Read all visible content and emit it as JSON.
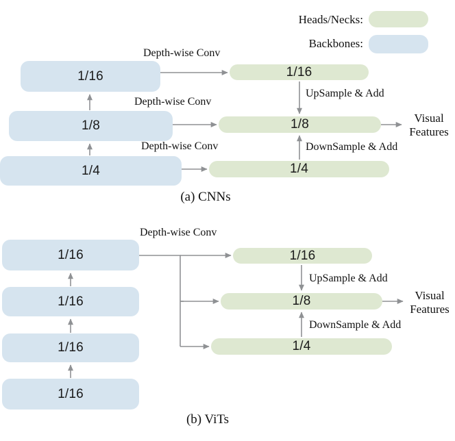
{
  "figure": {
    "title": "Backbone and Head/Neck feature pyramid comparison",
    "colors": {
      "backbone_blue": "#d6e4ef",
      "head_neck_green": "#dee8d1",
      "arrow_gray": "#8f9194",
      "text_black": "#111111"
    }
  },
  "legend": {
    "items": [
      {
        "label": "Heads/Necks:",
        "color": "#dee8d1",
        "name": "heads-necks"
      },
      {
        "label": "Backbones:",
        "color": "#d6e4ef",
        "name": "backbones"
      }
    ]
  },
  "panels": [
    {
      "id": "cnns",
      "caption": "(a) CNNs",
      "backbone_boxes": [
        {
          "label": "1/16"
        },
        {
          "label": "1/8"
        },
        {
          "label": "1/4"
        }
      ],
      "head_boxes": [
        {
          "label": "1/16"
        },
        {
          "label": "1/8"
        },
        {
          "label": "1/4"
        }
      ],
      "conv_labels": [
        "Depth-wise Conv",
        "Depth-wise Conv",
        "Depth-wise Conv"
      ],
      "fusion_labels": [
        "UpSample & Add",
        "DownSample & Add"
      ],
      "output_label": "Visual\nFeatures",
      "output_label_line1": "Visual",
      "output_label_line2": "Features"
    },
    {
      "id": "vits",
      "caption": "(b) ViTs",
      "backbone_boxes": [
        {
          "label": "1/16"
        },
        {
          "label": "1/16"
        },
        {
          "label": "1/16"
        },
        {
          "label": "1/16"
        }
      ],
      "head_boxes": [
        {
          "label": "1/16"
        },
        {
          "label": "1/8"
        },
        {
          "label": "1/4"
        }
      ],
      "conv_labels": [
        "Depth-wise Conv"
      ],
      "fusion_labels": [
        "UpSample & Add",
        "DownSample & Add"
      ],
      "output_label_line1": "Visual",
      "output_label_line2": "Features"
    }
  ]
}
